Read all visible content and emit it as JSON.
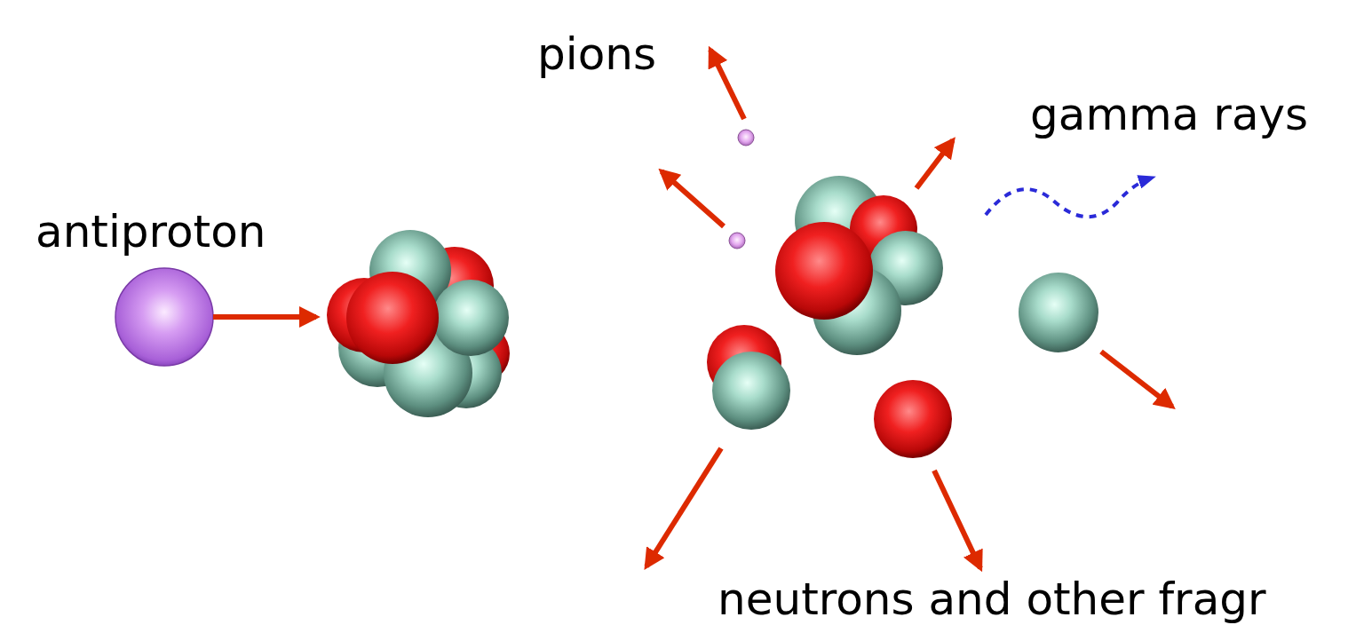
{
  "diagram": {
    "labels": [
      "pions",
      "gamma rays",
      "antiproton",
      "neutrons and other fragr"
    ]
  }
}
